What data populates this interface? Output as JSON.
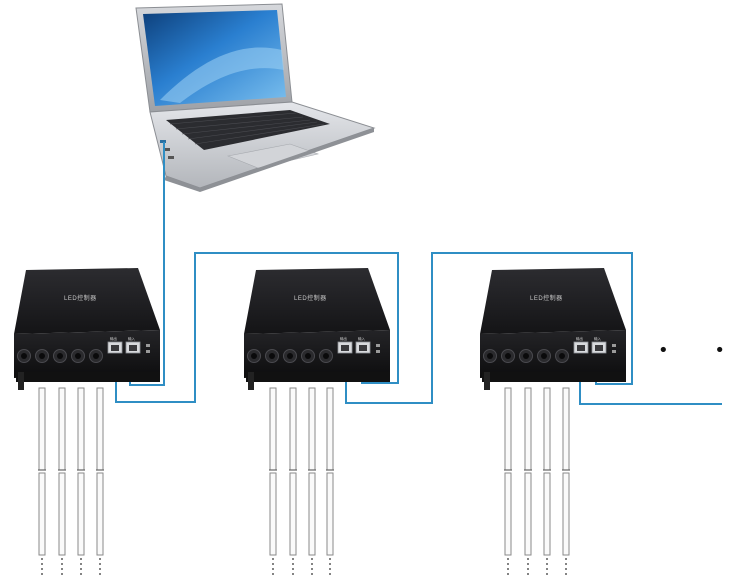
{
  "diagram": {
    "controllers": [
      {
        "label": "LED控制器",
        "port_labels": [
          "输出",
          "输入"
        ]
      },
      {
        "label": "LED控制器",
        "port_labels": [
          "输出",
          "输入"
        ]
      },
      {
        "label": "LED控制器",
        "port_labels": [
          "输出",
          "输入"
        ]
      }
    ],
    "strips_per_controller": 4,
    "continuation": "• • •",
    "colors": {
      "cable": "#2f8ec4",
      "controller_body": "#1c1c1e",
      "laptop_body": "#c9cbcf",
      "screen": "#1a5fa8",
      "strip": "#8a8a8a"
    }
  }
}
